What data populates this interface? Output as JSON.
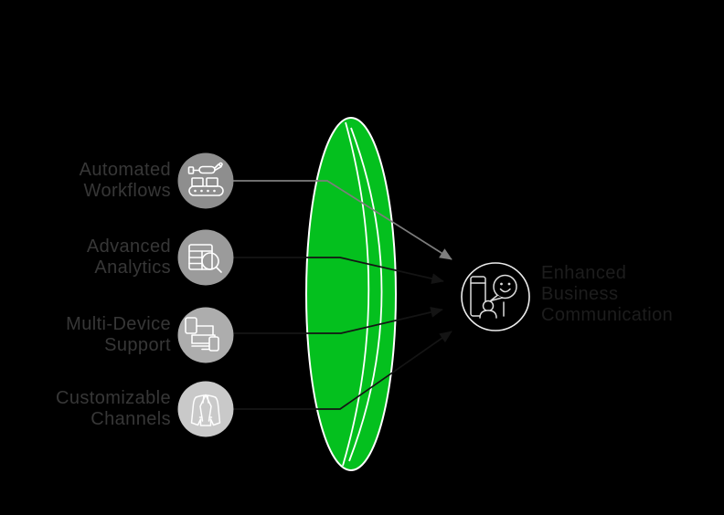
{
  "background_color": "#000000",
  "lens": {
    "color": "#04c01e",
    "outline_color": "#ffffff"
  },
  "inputs": [
    {
      "label": "Automated\nWorkflows",
      "icon": "robot-arm-conveyor-icon",
      "circle_color": "#8e8e8e"
    },
    {
      "label": "Advanced\nAnalytics",
      "icon": "analytics-table-magnifier-icon",
      "circle_color": "#9b9b9b"
    },
    {
      "label": "Multi-Device\nSupport",
      "icon": "multi-device-icon",
      "circle_color": "#adadad"
    },
    {
      "label": "Customizable\nChannels",
      "icon": "suit-jacket-icon",
      "circle_color": "#c9c9c9"
    }
  ],
  "output": {
    "label": "Enhanced\nBusiness\nCommunication",
    "icon": "person-chat-bubble-icon",
    "circle_fill": "#000000",
    "circle_stroke": "#ededed"
  },
  "connectors": {
    "highlight_color": "#7d7d7d",
    "dark_color": "#141414"
  },
  "text_colors": {
    "left_labels": "#373737",
    "right_label": "#1d1d1d"
  }
}
